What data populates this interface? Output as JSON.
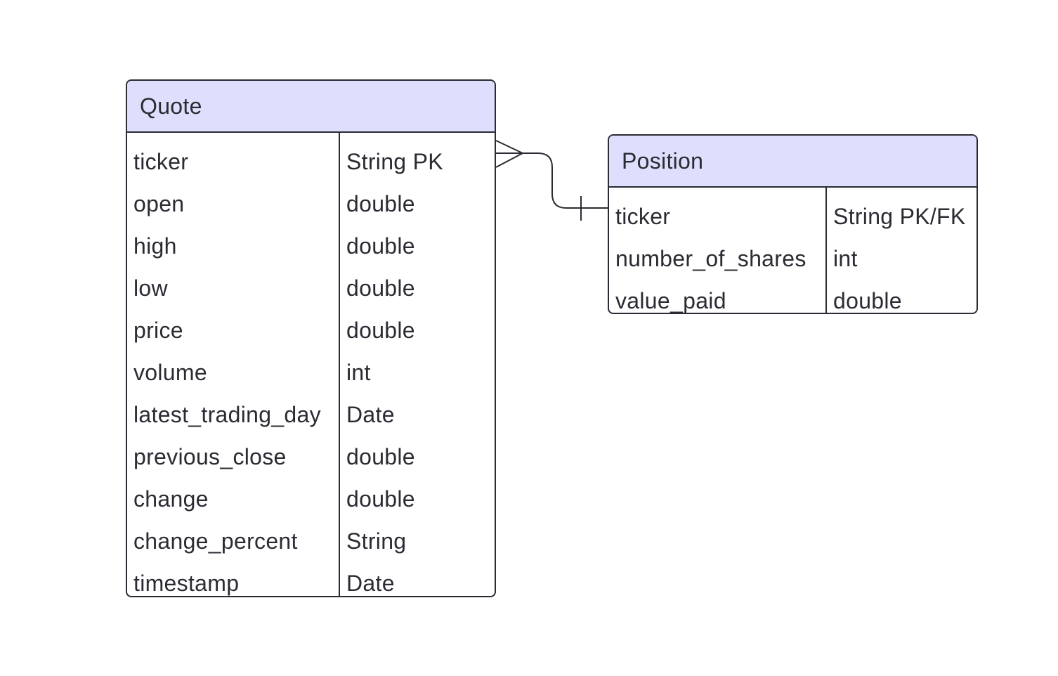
{
  "colors": {
    "header_fill": "#dedffc",
    "border": "#2b2b33",
    "text": "#2b2b33",
    "background": "#ffffff"
  },
  "entities": {
    "quote": {
      "title": "Quote",
      "attributes": [
        {
          "name": "ticker",
          "type": "String PK"
        },
        {
          "name": "open",
          "type": "double"
        },
        {
          "name": "high",
          "type": "double"
        },
        {
          "name": "low",
          "type": "double"
        },
        {
          "name": "price",
          "type": "double"
        },
        {
          "name": "volume",
          "type": "int"
        },
        {
          "name": "latest_trading_day",
          "type": "Date"
        },
        {
          "name": "previous_close",
          "type": "double"
        },
        {
          "name": "change",
          "type": "double"
        },
        {
          "name": "change_percent",
          "type": "String"
        },
        {
          "name": "timestamp",
          "type": "Date"
        }
      ]
    },
    "position": {
      "title": "Position",
      "attributes": [
        {
          "name": "ticker",
          "type": "String PK/FK"
        },
        {
          "name": "number_of_shares",
          "type": "int"
        },
        {
          "name": "value_paid",
          "type": "double"
        }
      ]
    }
  },
  "relationship": {
    "from_entity": "Quote",
    "from_attribute": "ticker",
    "from_cardinality": "many",
    "to_entity": "Position",
    "to_attribute": "ticker",
    "to_cardinality": "one"
  }
}
